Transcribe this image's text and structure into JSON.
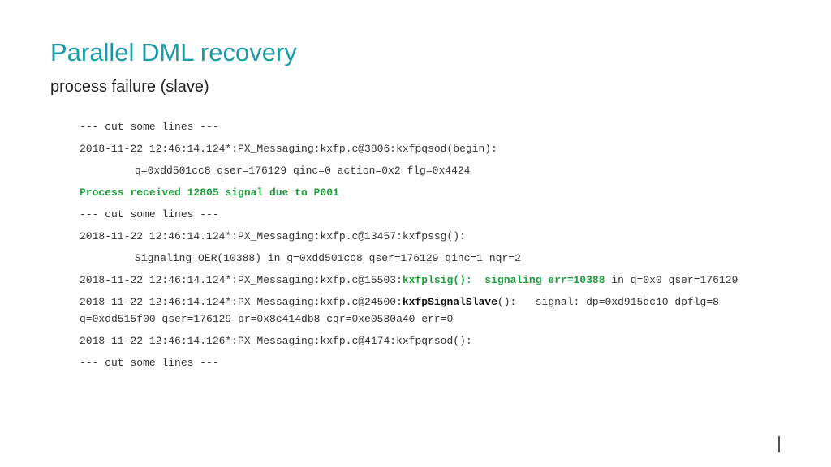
{
  "slide": {
    "title": "Parallel DML recovery",
    "subtitle": "process failure (slave)"
  },
  "log": {
    "l1": "--- cut some lines ---",
    "l2": "2018-11-22 12:46:14.124*:PX_Messaging:kxfp.c@3806:kxfpqsod(begin):",
    "l3": "q=0xdd501cc8 qser=176129 qinc=0 action=0x2 flg=0x4424",
    "l4": "Process received 12805 signal due to P001",
    "l5": "--- cut some lines ---",
    "l6": "2018-11-22 12:46:14.124*:PX_Messaging:kxfp.c@13457:kxfpssg():",
    "l7": "Signaling OER(10388) in q=0xdd501cc8 qser=176129 qinc=1 nqr=2",
    "l8_a": "2018-11-22 12:46:14.124*:PX_Messaging:kxfp.c@15503:",
    "l8_b": "kxfplsig():  signaling err=10388",
    "l8_c": " in q=0x0 qser=176129",
    "l9_a": "2018-11-22 12:46:14.124*:PX_Messaging:kxfp.c@24500:",
    "l9_b": "kxfpSignalSlave",
    "l9_c": "():   signal: dp=0xd915dc10 dpflg=8",
    "l9_d": "q=0xdd515f00 qser=176129 pr=0x8c414db8 cqr=0xe0580a40 err=0",
    "l10": "2018-11-22 12:46:14.126*:PX_Messaging:kxfp.c@4174:kxfpqrsod():",
    "l11": "--- cut some lines ---"
  },
  "colors": {
    "title": "#1b9aa6",
    "highlight_green": "#1e9e3c",
    "text": "#333333"
  }
}
